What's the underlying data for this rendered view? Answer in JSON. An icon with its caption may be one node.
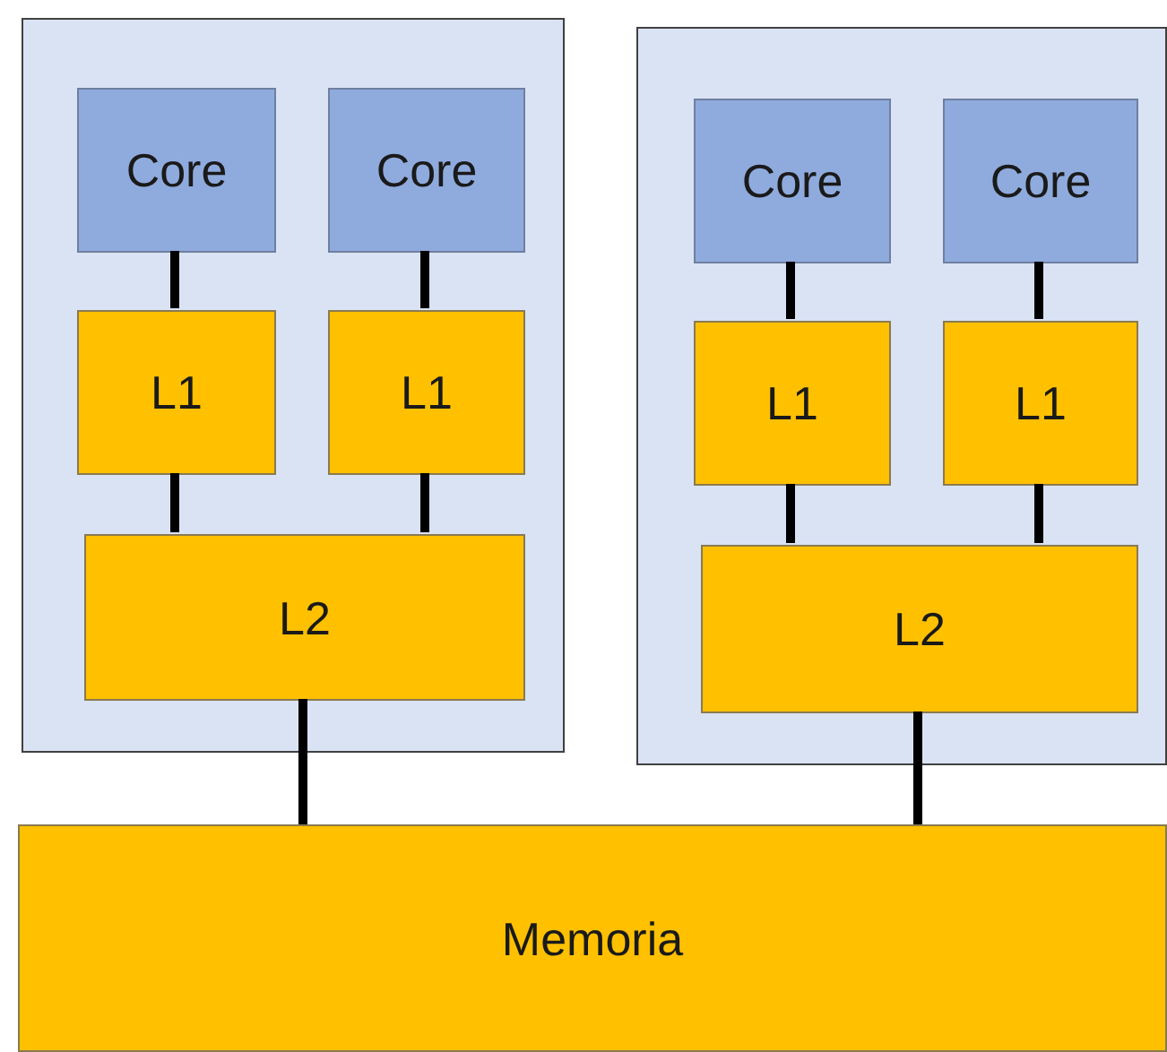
{
  "diagram": {
    "nodes": [
      {
        "text": [],
        "shape": "box"
      },
      {
        "text": [
          "Core"
        ],
        "in": 0
      },
      {
        "text": [
          "Core"
        ],
        "in": 0
      },
      {
        "text": [
          "L1"
        ],
        "in": 0
      },
      {
        "text": [
          "L1"
        ],
        "in": 0
      },
      {
        "text": [
          "L2"
        ],
        "in": 0
      },
      {
        "text": [],
        "shape": "box"
      },
      {
        "text": [
          "Core"
        ],
        "in": 6
      },
      {
        "text": [
          "Core"
        ],
        "in": 6
      },
      {
        "text": [
          "L1"
        ],
        "in": 6
      },
      {
        "text": [
          "L1"
        ],
        "in": 6
      },
      {
        "text": [
          "L2"
        ],
        "in": 6
      },
      {
        "text": [
          "Memoria"
        ]
      }
    ],
    "edges": [
      {
        "from": 1,
        "to": 3,
        "arrow": "none"
      },
      {
        "from": 2,
        "to": 4,
        "arrow": "none"
      },
      {
        "from": 3,
        "to": 5,
        "arrow": "none"
      },
      {
        "from": 4,
        "to": 5,
        "arrow": "none"
      },
      {
        "from": 7,
        "to": 9,
        "arrow": "none"
      },
      {
        "from": 8,
        "to": 10,
        "arrow": "none"
      },
      {
        "from": 9,
        "to": 11,
        "arrow": "none"
      },
      {
        "from": 10,
        "to": 11,
        "arrow": "none"
      },
      {
        "from": 5,
        "to": 12,
        "arrow": "none"
      },
      {
        "from": 11,
        "to": 12,
        "arrow": "none"
      }
    ]
  }
}
